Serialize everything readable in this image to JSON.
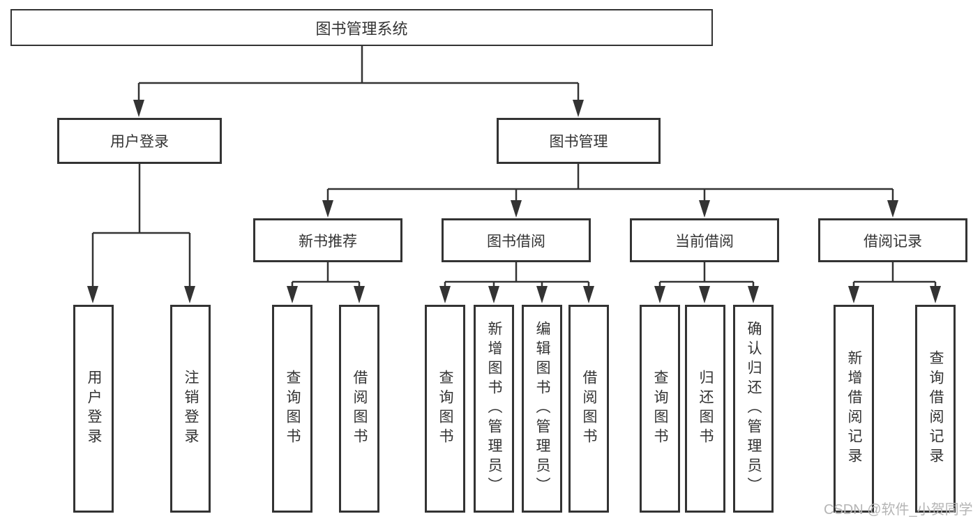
{
  "diagram_title": "图书管理系统",
  "watermark": "CSDN @软件_小贺同学",
  "colors": {
    "line": "#333333",
    "box_border": "#333333",
    "text": "#333333",
    "watermark": "#b5b5b5",
    "background": "#ffffff"
  },
  "tree": {
    "label": "图书管理系统",
    "children": [
      {
        "label": "用户登录",
        "children": [
          {
            "label": "用户登录"
          },
          {
            "label": "注销登录"
          }
        ]
      },
      {
        "label": "图书管理",
        "children": [
          {
            "label": "新书推荐",
            "children": [
              {
                "label": "查询图书"
              },
              {
                "label": "借阅图书"
              }
            ]
          },
          {
            "label": "图书借阅",
            "children": [
              {
                "label": "查询图书"
              },
              {
                "label": "新增图书（管理员）"
              },
              {
                "label": "编辑图书（管理员）"
              },
              {
                "label": "借阅图书"
              }
            ]
          },
          {
            "label": "当前借阅",
            "children": [
              {
                "label": "查询图书"
              },
              {
                "label": "归还图书"
              },
              {
                "label": "确认归还（管理员）"
              }
            ]
          },
          {
            "label": "借阅记录",
            "children": [
              {
                "label": "新增借阅记录"
              },
              {
                "label": "查询借阅记录"
              }
            ]
          }
        ]
      }
    ]
  }
}
